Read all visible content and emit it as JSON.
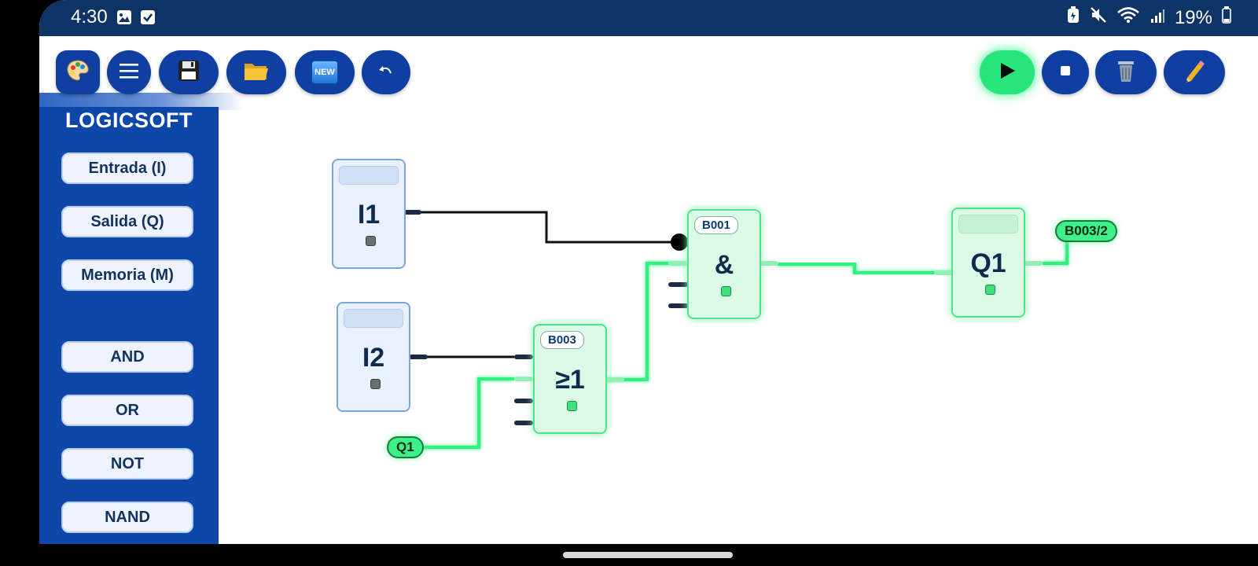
{
  "status_bar": {
    "time": "4:30",
    "battery": "19%",
    "icons": [
      "image-icon",
      "checkbox-icon",
      "battery-saver-icon",
      "mute-icon",
      "wifi-icon",
      "signal-icon",
      "battery-icon"
    ]
  },
  "toolbar": {
    "left_buttons": [
      {
        "name": "palette-button",
        "icon": "palette-icon"
      },
      {
        "name": "menu-button",
        "icon": "hamburger-icon"
      },
      {
        "name": "save-button",
        "icon": "floppy-icon"
      },
      {
        "name": "open-button",
        "icon": "folder-icon"
      },
      {
        "name": "new-button",
        "icon": "new-icon",
        "label": "NEW"
      },
      {
        "name": "undo-button",
        "icon": "undo-icon"
      }
    ],
    "right_buttons": [
      {
        "name": "run-button",
        "icon": "play-icon"
      },
      {
        "name": "stop-button",
        "icon": "stop-icon"
      },
      {
        "name": "delete-button",
        "icon": "trash-icon"
      },
      {
        "name": "edit-button",
        "icon": "pencil-icon"
      }
    ]
  },
  "sidebar": {
    "brand": "LOGICSOFT",
    "items": [
      {
        "label": "Entrada (I)"
      },
      {
        "label": "Salida (Q)"
      },
      {
        "label": "Memoria (M)"
      },
      {
        "label": "AND"
      },
      {
        "label": "OR"
      },
      {
        "label": "NOT"
      },
      {
        "label": "NAND"
      }
    ]
  },
  "diagram": {
    "blocks": {
      "i1": {
        "symbol": "I1",
        "state": "off"
      },
      "i2": {
        "symbol": "I2",
        "state": "off"
      },
      "b003": {
        "id": "B003",
        "symbol": "≥1",
        "state": "on"
      },
      "b001": {
        "id": "B001",
        "symbol": "&",
        "state": "on"
      },
      "q1": {
        "symbol": "Q1",
        "state": "on"
      }
    },
    "tags": {
      "q1_in": "Q1",
      "b003_out": "B003/2"
    }
  },
  "colors": {
    "primary": "#0f3fa0",
    "sidebar": "#0f47a8",
    "active": "#3ef088",
    "status_bar": "#0d3464",
    "wire_off": "#111111",
    "wire_on": "#2ef27c"
  }
}
